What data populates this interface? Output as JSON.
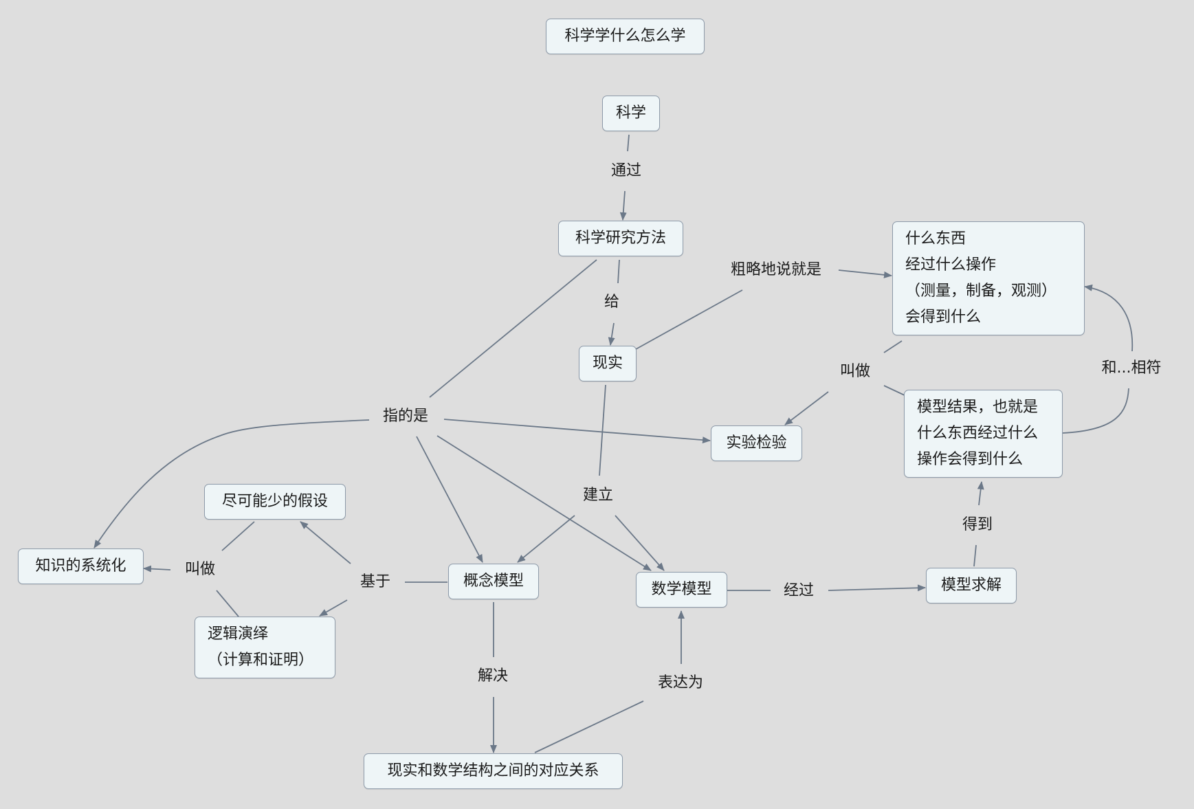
{
  "title": "科学学什么怎么学",
  "nodes": {
    "science": "科学",
    "method": "科学研究方法",
    "reality": "现实",
    "what_lines": [
      "什么东西",
      "经过什么操作",
      "（测量，制备，观测）",
      "会得到什么"
    ],
    "experiment": "实验检验",
    "model_result_lines": [
      "模型结果，也就是",
      "什么东西经过什么",
      "操作会得到什么"
    ],
    "knowledge": "知识的系统化",
    "few_assumptions": "尽可能少的假设",
    "logic_lines": [
      "逻辑演绎",
      "（计算和证明）"
    ],
    "concept_model": "概念模型",
    "math_model": "数学模型",
    "model_solve": "模型求解",
    "correspondence": "现实和数学结构之间的对应关系"
  },
  "labels": {
    "via": "通过",
    "give": "给",
    "roughly": "粗略地说就是",
    "called_right": "叫做",
    "consistent": "和...相符",
    "refers": "指的是",
    "build": "建立",
    "obtain": "得到",
    "called_left": "叫做",
    "based_on": "基于",
    "through": "经过",
    "solve": "解决",
    "express": "表达为"
  },
  "colors": {
    "background": "#dedede",
    "node_fill": "#eef5f7",
    "node_border": "#8d9aa9",
    "edge": "#6b7888"
  }
}
